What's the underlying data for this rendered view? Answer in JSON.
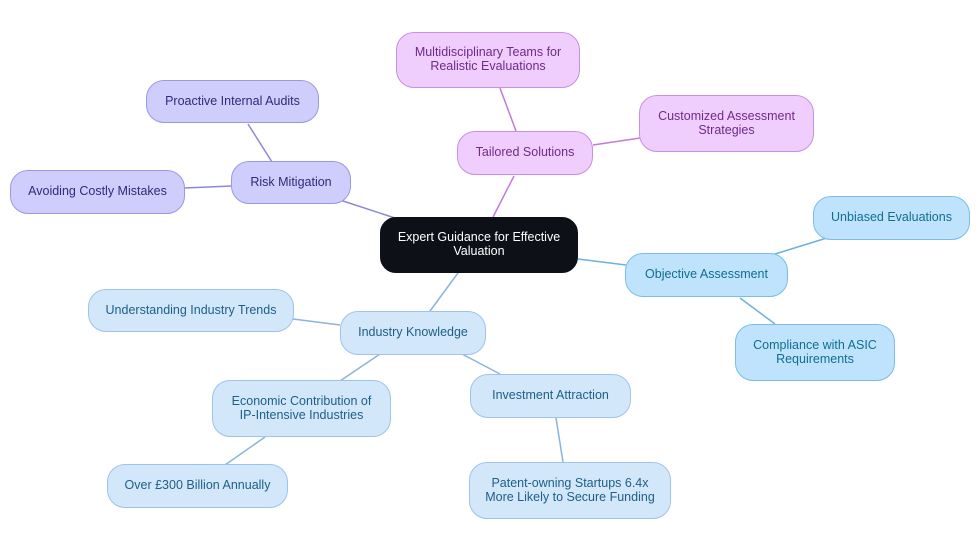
{
  "colors": {
    "center_fill": "#0d1117",
    "risk_line": "#8a88d8",
    "tailored_line": "#c27ad9",
    "objective_line": "#6cb2d9",
    "industry_line": "#8ab4dc"
  },
  "center": {
    "label": "Expert Guidance for Effective\nValuation"
  },
  "risk": {
    "label": "Risk Mitigation",
    "audits": "Proactive Internal Audits",
    "mistakes": "Avoiding Costly Mistakes"
  },
  "tailored": {
    "label": "Tailored Solutions",
    "teams": "Multidisciplinary Teams for\nRealistic Evaluations",
    "custom": "Customized Assessment\nStrategies"
  },
  "objective": {
    "label": "Objective Assessment",
    "unbiased": "Unbiased Evaluations",
    "asic": "Compliance with ASIC\nRequirements"
  },
  "industry": {
    "label": "Industry Knowledge",
    "trends": "Understanding Industry Trends",
    "economic": "Economic Contribution of\nIP-Intensive Industries",
    "over300": "Over £300 Billion Annually",
    "investment": "Investment Attraction",
    "patent": "Patent-owning Startups 6.4x\nMore Likely to Secure Funding"
  }
}
